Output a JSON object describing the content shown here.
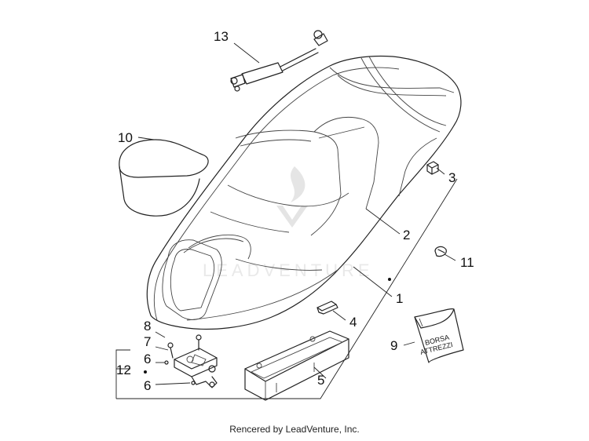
{
  "callouts": {
    "c1": "1",
    "c2": "2",
    "c3": "3",
    "c4": "4",
    "c5": "5",
    "c6a": "6",
    "c6b": "6",
    "c7": "7",
    "c8": "8",
    "c9": "9",
    "c10": "10",
    "c11": "11",
    "c12": "12",
    "c13": "13"
  },
  "tool_bag": {
    "line1": "BORSA",
    "line2": "ATTREZZI"
  },
  "watermark": {
    "text": "LEADVENTURE"
  },
  "footer": {
    "text": "Rencered by LeadVenture, Inc."
  },
  "colors": {
    "line": "#222222",
    "watermark": "#c9c9c9",
    "background": "#ffffff"
  }
}
